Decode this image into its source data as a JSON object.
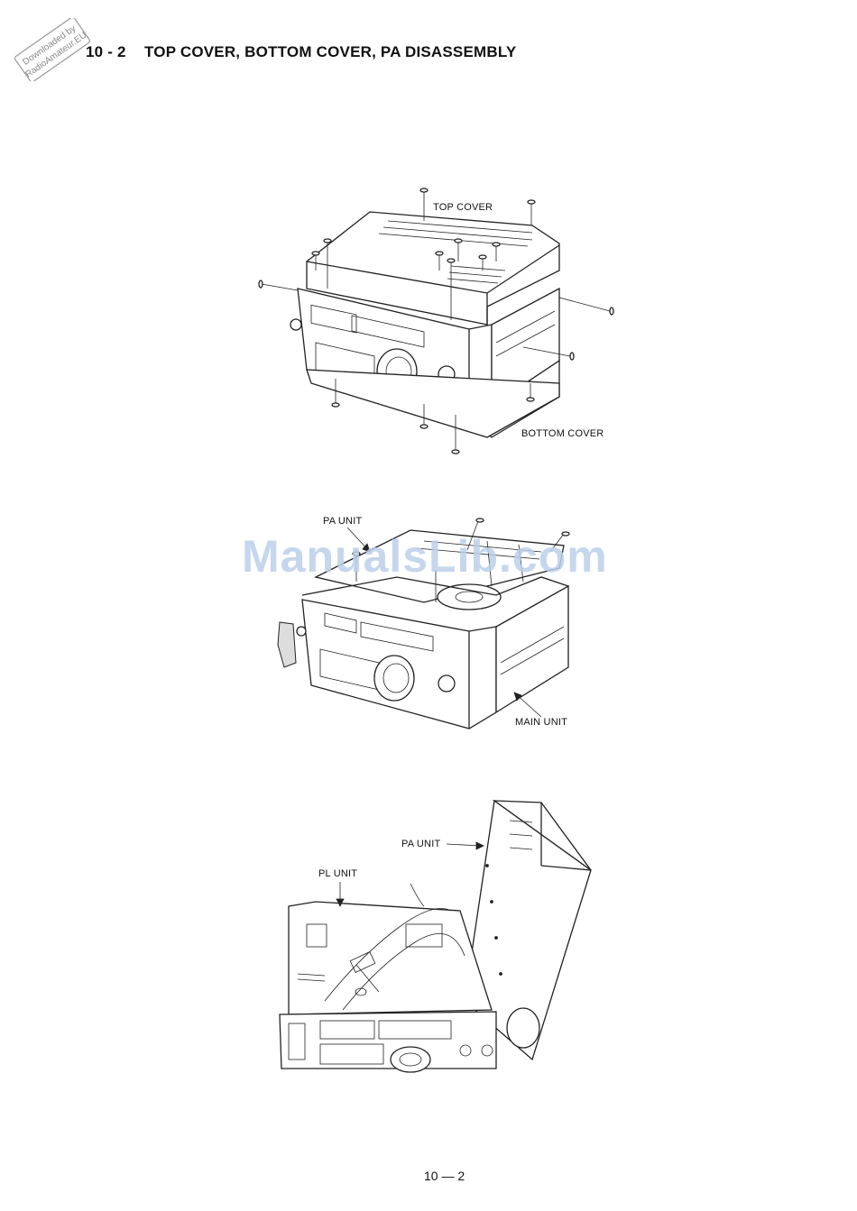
{
  "header": {
    "section_number": "10 - 2",
    "section_title": "TOP COVER, BOTTOM COVER, PA DISASSEMBLY"
  },
  "stamp": {
    "line1": "Downloaded by",
    "line2": "RadioAmateur.EU"
  },
  "watermark": "ManualsLib.com",
  "figure1": {
    "top_cover_label": "TOP COVER",
    "bottom_cover_label": "BOTTOM COVER"
  },
  "figure2": {
    "pa_unit_label": "PA UNIT",
    "main_unit_label": "MAIN UNIT"
  },
  "figure3": {
    "pa_unit_label": "PA UNIT",
    "pl_unit_label": "PL UNIT"
  },
  "footer": {
    "page_number": "10 — 2"
  }
}
